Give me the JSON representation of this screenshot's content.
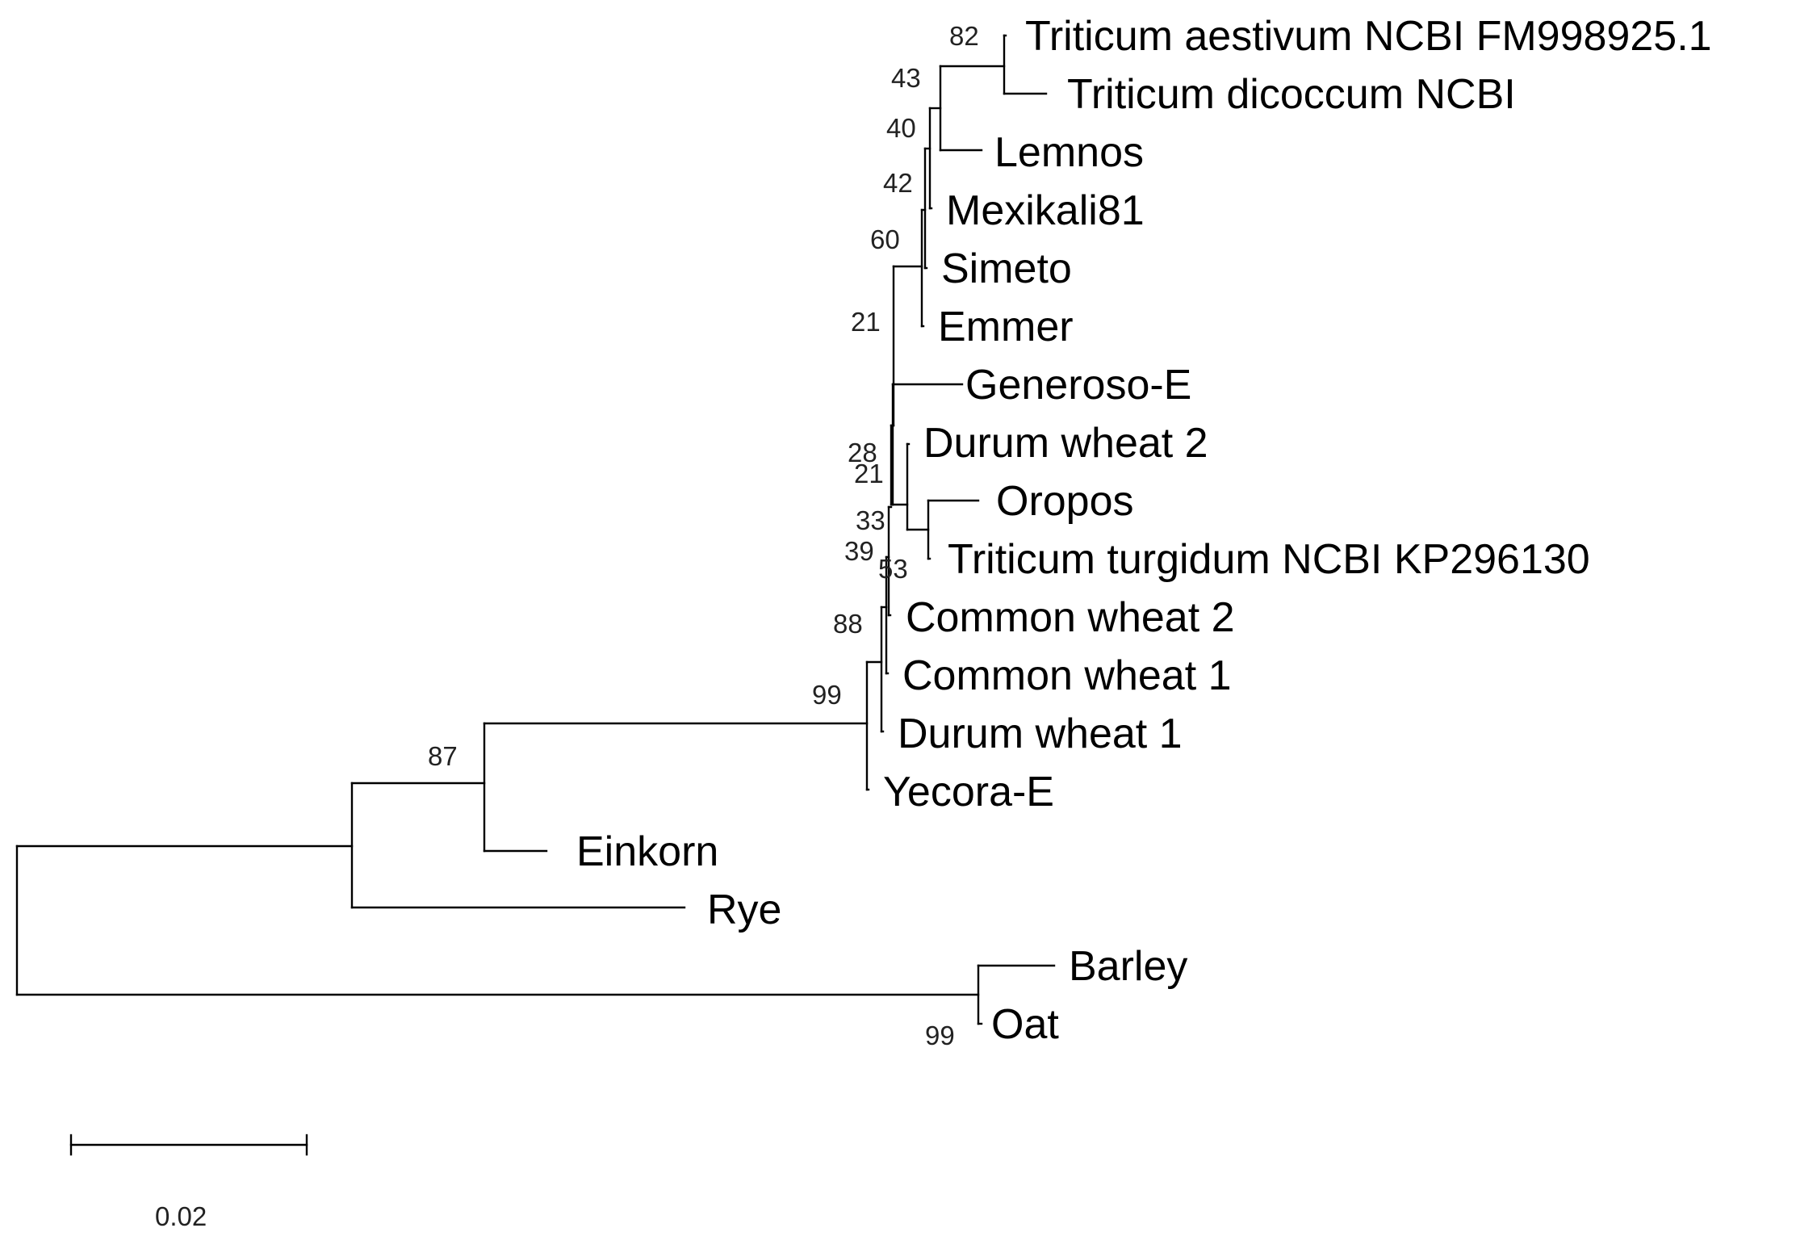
{
  "tree": {
    "taxa": [
      {
        "id": "t_aestivum",
        "label": "Triticum aestivum NCBI FM998925.1"
      },
      {
        "id": "t_dicoccum",
        "label": "Triticum dicoccum NCBI"
      },
      {
        "id": "lemnos",
        "label": "Lemnos"
      },
      {
        "id": "mexikali",
        "label": "Mexikali81"
      },
      {
        "id": "simeto",
        "label": "Simeto"
      },
      {
        "id": "emmer",
        "label": "Emmer"
      },
      {
        "id": "generoso",
        "label": "Generoso-E"
      },
      {
        "id": "durum2",
        "label": "Durum wheat 2"
      },
      {
        "id": "oropos",
        "label": "Oropos"
      },
      {
        "id": "t_turgidum",
        "label": "Triticum turgidum NCBI KP296130"
      },
      {
        "id": "common2",
        "label": "Common wheat 2"
      },
      {
        "id": "common1",
        "label": "Common wheat 1"
      },
      {
        "id": "durum1",
        "label": "Durum wheat 1"
      },
      {
        "id": "yecora",
        "label": "Yecora-E"
      },
      {
        "id": "einkorn",
        "label": "Einkorn"
      },
      {
        "id": "rye",
        "label": "Rye"
      },
      {
        "id": "barley",
        "label": "Barley"
      },
      {
        "id": "oat",
        "label": "Oat"
      }
    ],
    "bootstrap_values": [
      "82",
      "43",
      "40",
      "42",
      "60",
      "21",
      "28",
      "21",
      "33",
      "39",
      "53",
      "88",
      "99",
      "87",
      "99"
    ]
  },
  "scale_bar": {
    "label": "0.02",
    "value": 0.02
  }
}
